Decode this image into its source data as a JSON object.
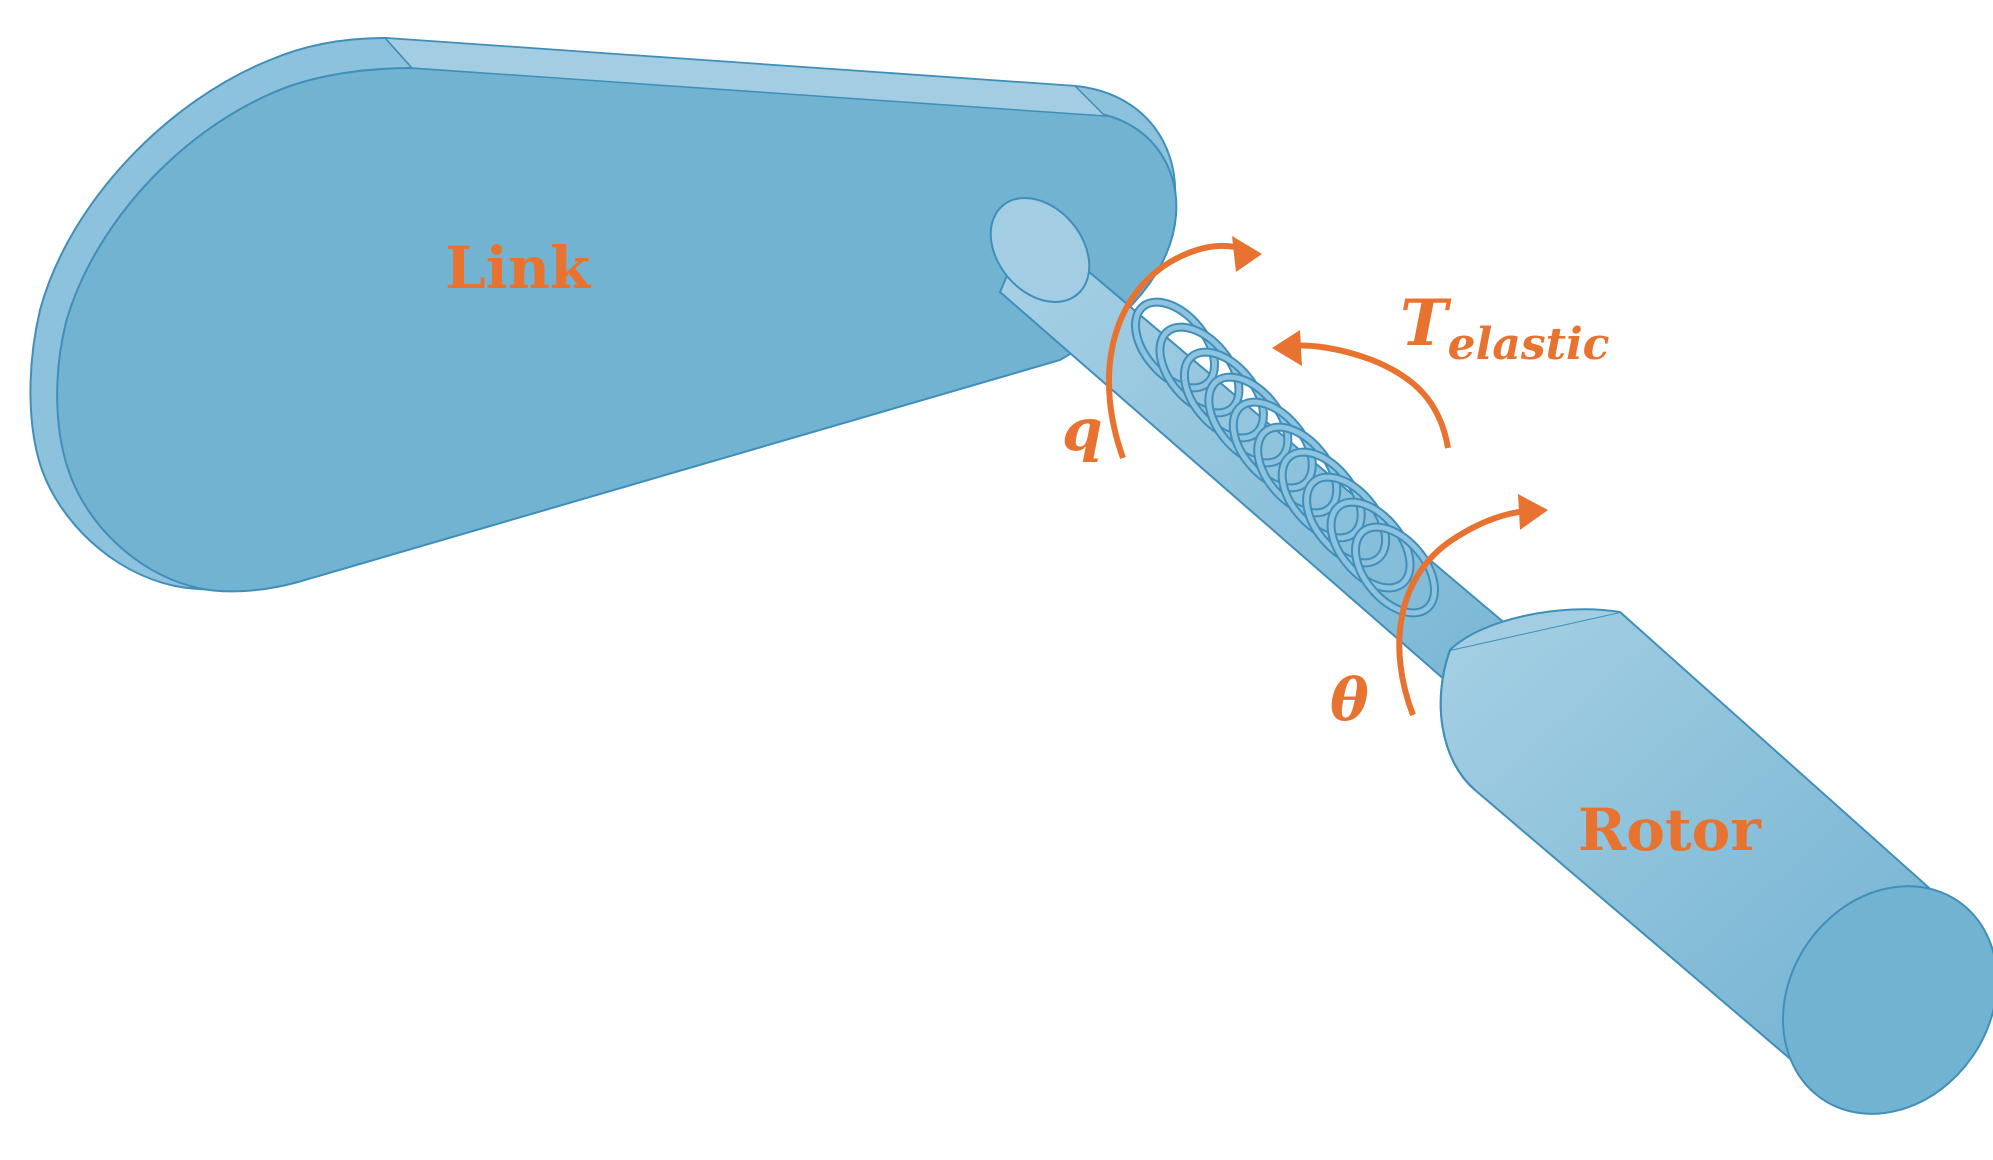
{
  "labels": {
    "link": "Link",
    "rotor": "Rotor",
    "q": "q",
    "theta": "θ",
    "torque_symbol": "T",
    "torque_subscript": "elastic"
  },
  "colors": {
    "body_fill": "#72b3d2",
    "body_fill_light": "#a3cde2",
    "body_fill_mid": "#8cc2dc",
    "outline": "#3f8fba",
    "spring": "#8ec3df",
    "annotation": "#e87330",
    "background": "#ffffff"
  },
  "icons": {
    "arrow_link": "curved-arrow-icon",
    "arrow_elastic": "curved-arrow-icon",
    "arrow_rotor": "curved-arrow-icon"
  }
}
